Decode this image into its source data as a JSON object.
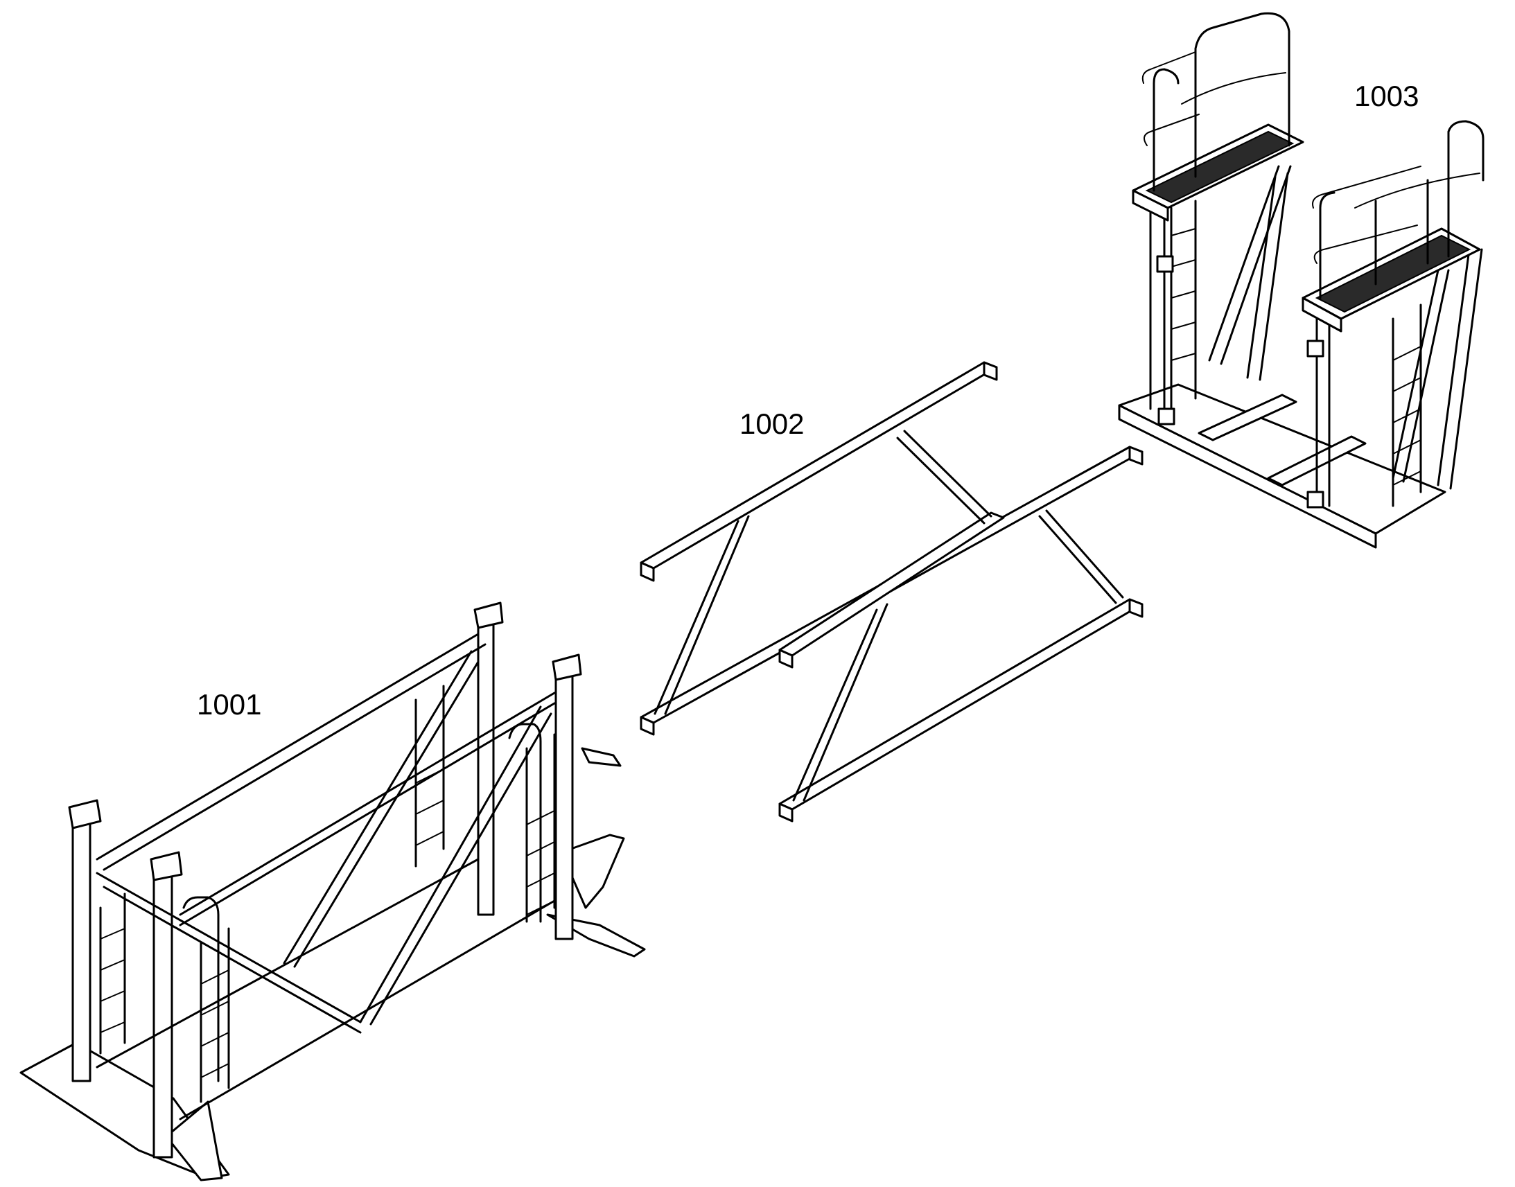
{
  "figure": {
    "background": "#ffffff",
    "line_color": "#000000",
    "components": [
      {
        "id": "frame-section",
        "reference": "1001"
      },
      {
        "id": "cross-brace-section",
        "reference": "1002"
      },
      {
        "id": "platform-tower-section",
        "reference": "1003"
      }
    ]
  }
}
